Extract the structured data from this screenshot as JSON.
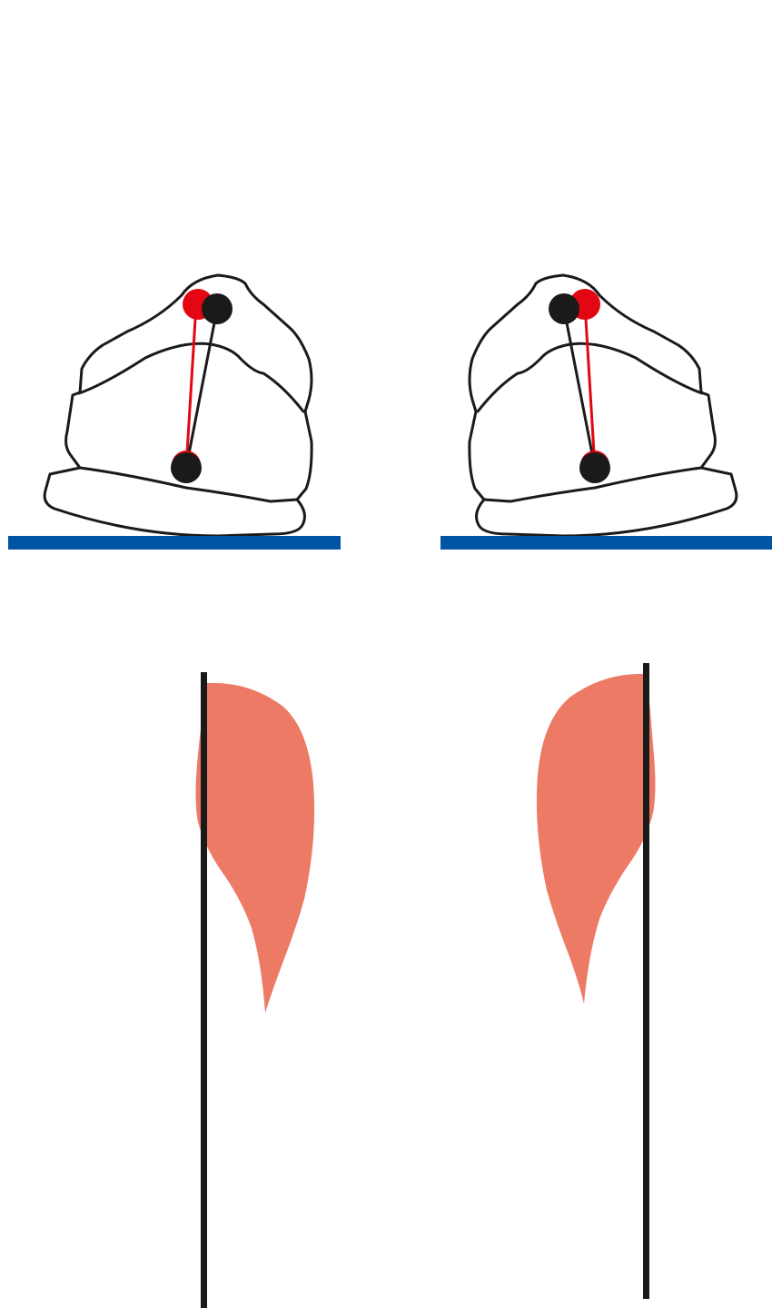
{
  "colors": {
    "outline": "#1a1a1a",
    "ground": "#0054a6",
    "marker_red": "#e30613",
    "marker_black": "#1a1a1a",
    "muscle": "#ec7a65",
    "background": "#ffffff"
  },
  "figures": [
    {
      "id": "left-foot-section",
      "marker_order": [
        "red",
        "black"
      ]
    },
    {
      "id": "right-foot-section",
      "marker_order": [
        "black",
        "red"
      ]
    }
  ],
  "icons": {
    "foot_section": "foot-cross-section-icon",
    "muscle": "muscle-shape-icon"
  }
}
